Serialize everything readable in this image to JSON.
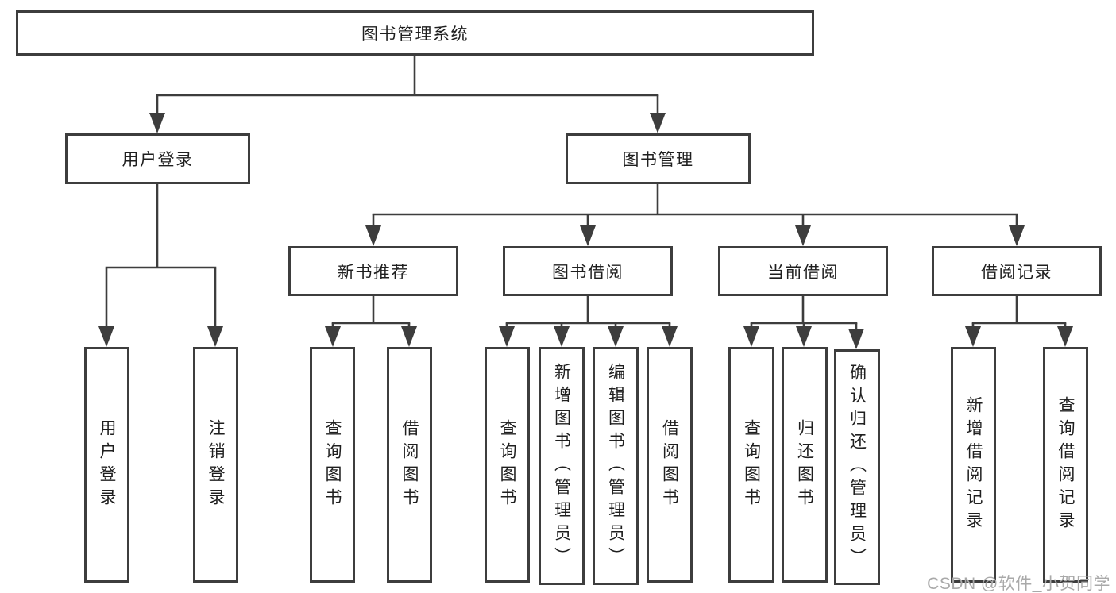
{
  "diagram": {
    "root_label": "图书管理系统",
    "user_branch": {
      "label": "用户登录",
      "leaves": [
        "用户登录",
        "注销登录"
      ]
    },
    "mgmt_branch": {
      "label": "图书管理",
      "groups": [
        {
          "label": "新书推荐",
          "leaves": [
            "查询图书",
            "借阅图书"
          ]
        },
        {
          "label": "图书借阅",
          "leaves": [
            "查询图书",
            "新增图书（管理员）",
            "编辑图书（管理员）",
            "借阅图书"
          ]
        },
        {
          "label": "当前借阅",
          "leaves": [
            "查询图书",
            "归还图书",
            "确认归还（管理员）"
          ]
        },
        {
          "label": "借阅记录",
          "leaves": [
            "新增借阅记录",
            "查询借阅记录"
          ]
        }
      ]
    },
    "watermark": "CSDN @软件_小贺同学",
    "colors": {
      "border": "#3d3d3d",
      "line": "#3d3d3d",
      "text": "#1f1f1f",
      "watermark": "#a9a9a9",
      "background": "#ffffff"
    }
  }
}
